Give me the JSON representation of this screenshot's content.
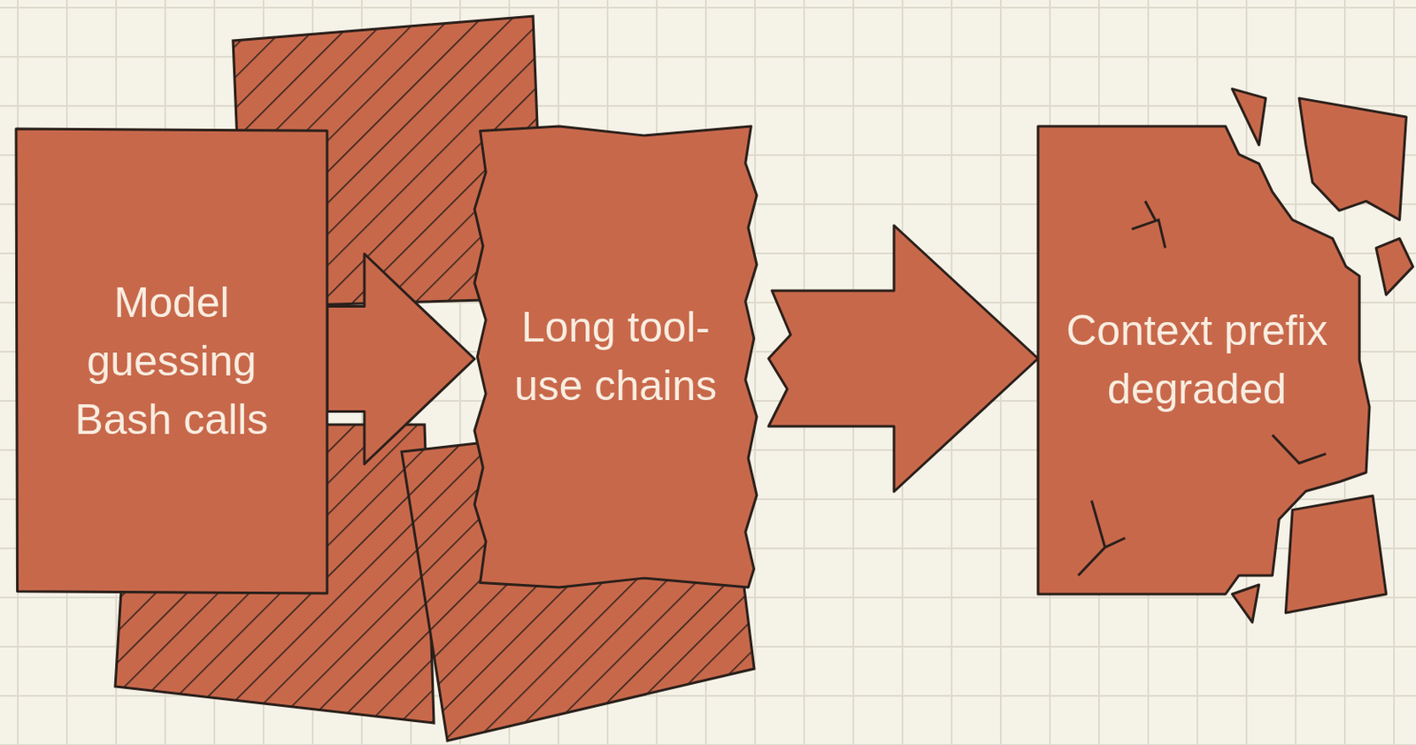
{
  "diagram": {
    "nodes": [
      {
        "text": [
          "Model guessing Bash calls"
        ]
      },
      {
        "text": [
          "Long tool-use chains"
        ]
      },
      {
        "text": [
          "Context prefix degraded"
        ]
      }
    ],
    "edges": [
      {
        "from": 0,
        "to": 1,
        "arrow": "to"
      },
      {
        "from": 1,
        "to": 2,
        "arrow": "to"
      }
    ]
  }
}
